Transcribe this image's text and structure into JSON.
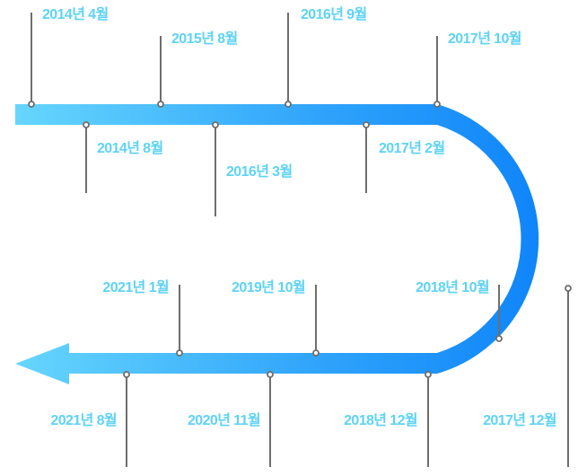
{
  "colors": {
    "band_start": "#66d6fd",
    "band_mid": "#2fa3fb",
    "band_end": "#0a80fa",
    "label": "#5fd3f5",
    "leader": "#6e6e6e",
    "dot_fill": "#ffffff"
  },
  "milestones": [
    {
      "label": "2014년 4월"
    },
    {
      "label": "2014년 8월"
    },
    {
      "label": "2015년 8월"
    },
    {
      "label": "2016년 3월"
    },
    {
      "label": "2016년 9월"
    },
    {
      "label": "2017년 2월"
    },
    {
      "label": "2017년 10월"
    },
    {
      "label": "2017년 12월"
    },
    {
      "label": "2018년 10월"
    },
    {
      "label": "2018년 12월"
    },
    {
      "label": "2019년 10월"
    },
    {
      "label": "2020년 11월"
    },
    {
      "label": "2021년 1월"
    },
    {
      "label": "2021년 8월"
    }
  ]
}
